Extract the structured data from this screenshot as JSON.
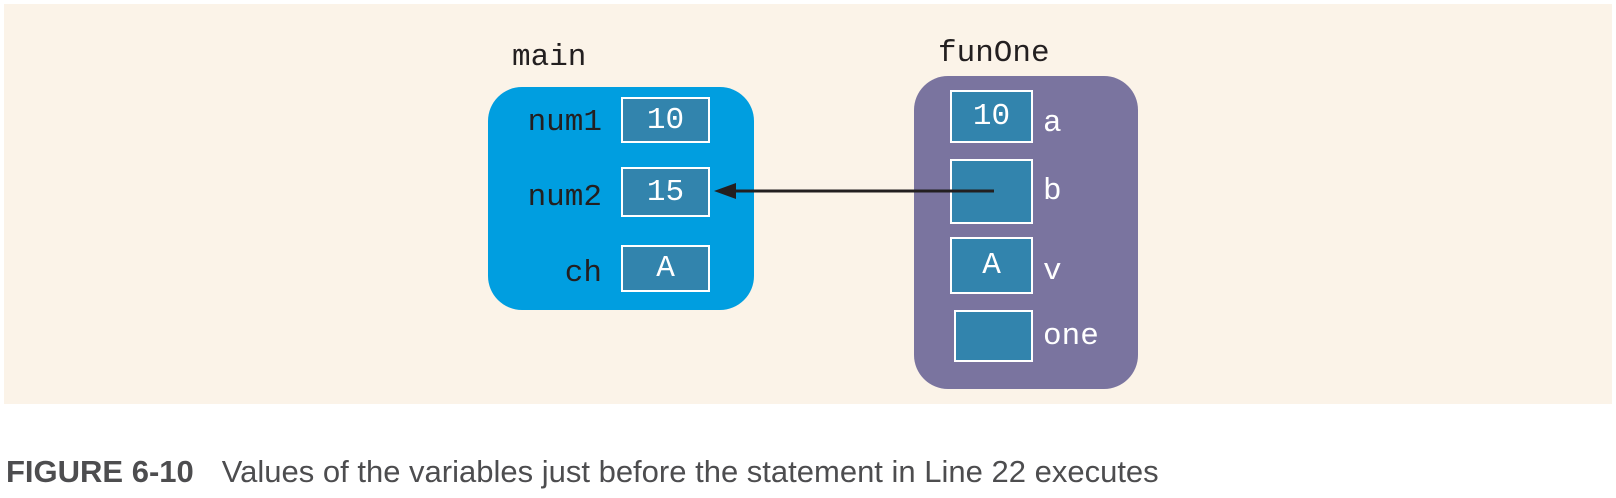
{
  "main_frame": {
    "title": "main",
    "variables": [
      {
        "name": "num1",
        "value": "10"
      },
      {
        "name": "num2",
        "value": "15"
      },
      {
        "name": "ch",
        "value": "A"
      }
    ]
  },
  "fun_frame": {
    "title": "funOne",
    "variables": [
      {
        "name": "a",
        "value": "10"
      },
      {
        "name": "b",
        "value": ""
      },
      {
        "name": "v",
        "value": "A"
      },
      {
        "name": "one",
        "value": ""
      }
    ]
  },
  "reference": {
    "from": "b",
    "to": "num2"
  },
  "caption": {
    "figure_id": "FIGURE 6-10",
    "text": "Values of the variables just before the statement in Line 22 executes"
  },
  "colors": {
    "background": "#fbf3e8",
    "main_frame": "#009ee0",
    "fun_frame": "#7a749f",
    "cell": "#3284ad",
    "arrow": "#231f20"
  }
}
